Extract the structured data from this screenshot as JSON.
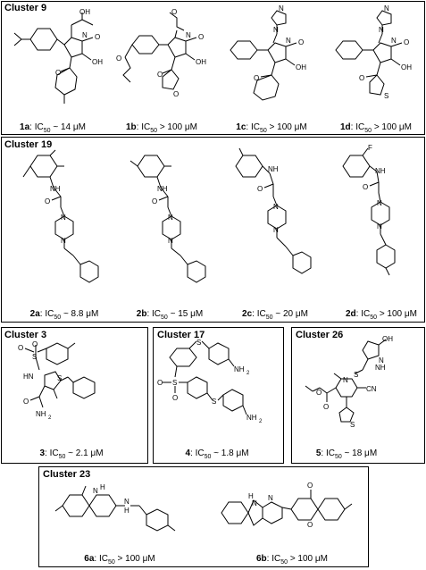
{
  "clusters": [
    {
      "title": "Cluster 9",
      "compounds": [
        {
          "id": "1a",
          "rel": "~ 14 μM"
        },
        {
          "id": "1b",
          "rel": "> 100 μM"
        },
        {
          "id": "1c",
          "rel": "> 100 μM"
        },
        {
          "id": "1d",
          "rel": "> 100 μM"
        }
      ]
    },
    {
      "title": "Cluster 19",
      "compounds": [
        {
          "id": "2a",
          "rel": "~ 8.8 μM"
        },
        {
          "id": "2b",
          "rel": "~ 15 μM"
        },
        {
          "id": "2c",
          "rel": "~ 20 μM"
        },
        {
          "id": "2d",
          "rel": "> 100 μM"
        }
      ]
    },
    {
      "title": "Cluster 3",
      "compounds": [
        {
          "id": "3",
          "rel": "~ 2.1 μM"
        }
      ]
    },
    {
      "title": "Cluster 17",
      "compounds": [
        {
          "id": "4",
          "rel": "~ 1.8 μM"
        }
      ]
    },
    {
      "title": "Cluster 26",
      "compounds": [
        {
          "id": "5",
          "rel": "~ 18 μM"
        }
      ]
    },
    {
      "title": "Cluster 23",
      "compounds": [
        {
          "id": "6a",
          "rel": "> 100 μM"
        },
        {
          "id": "6b",
          "rel": "> 100 μM"
        }
      ]
    }
  ],
  "ic50_prefix": "IC",
  "ic50_sub": "50",
  "atom_labels": {
    "oh": "OH",
    "o": "O",
    "n": "N",
    "nh": "NH",
    "h": "H",
    "s": "S",
    "f": "F",
    "nh2": "NH",
    "nh2_sub": "2",
    "hn": "HN",
    "cn": "CN"
  }
}
